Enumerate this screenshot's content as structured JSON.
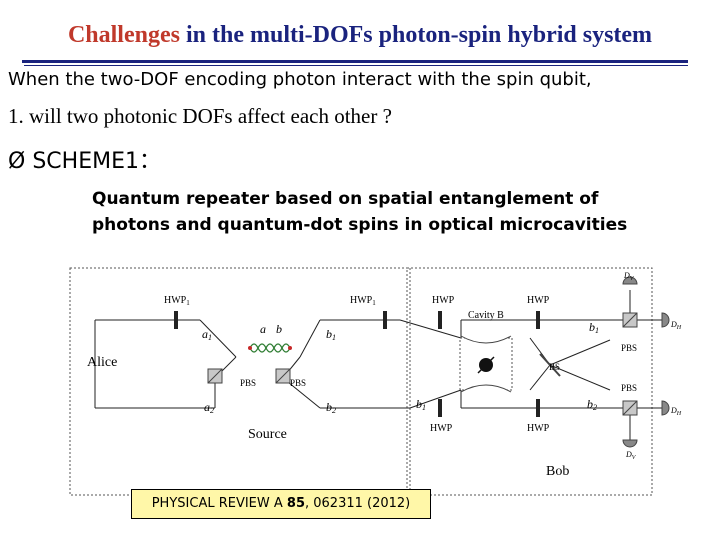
{
  "title": {
    "highlight": "Challenges",
    "rest": " in the multi-DOFs photon-spin hybrid system"
  },
  "intro_line": "When the two-DOF encoding photon interact with the spin qubit,",
  "question_line": "1. will two photonic DOFs affect each other ?",
  "bullet": {
    "marker": "Ø",
    "text": "SCHEME1："
  },
  "subtitle": {
    "line1": "Quantum repeater based on spatial  entanglement of",
    "line2": "photons and quantum-dot spins in optical microcavities"
  },
  "diagram": {
    "alice": "Alice",
    "source": "Source",
    "bob": "Bob",
    "hwp1_left": "HWP",
    "hwp1_left_sub": "1",
    "hwp1_mid": "HWP",
    "hwp1_mid_sub": "1",
    "hwp_top_left": "HWP",
    "hwp_top_right": "HWP",
    "hwp_bottom_left": "HWP",
    "hwp_bottom_right": "HWP",
    "cavity": "Cavity B",
    "pbs_left": "PBS",
    "pbs_mid": "PBS",
    "pbs_top_right": "PBS",
    "pbs_bottom_right": "PBS",
    "bs": "BS",
    "a1": "a",
    "a1_sub": "1",
    "a2": "a",
    "a2_sub": "2",
    "a": "a",
    "b": "b",
    "b1_left": "b",
    "b1_left_sub": "1",
    "b2_left": "b",
    "b2_left_sub": "2",
    "b1_mid": "b",
    "b1_mid_sub": "1",
    "b1_right": "b",
    "b1_right_sub": "1",
    "b2_right": "b",
    "b2_right_sub": "2",
    "d_top": "D",
    "d_top_sub": "V",
    "d_right_top": "D",
    "d_right_top_sub": "H",
    "d_right_bottom": "D",
    "d_right_bottom_sub": "H",
    "d_bottom": "D",
    "d_bottom_sub": "V"
  },
  "reference": {
    "prefix": "PHYSICAL REVIEW A ",
    "volume": "85",
    "suffix": ", 062311 (2012)"
  }
}
